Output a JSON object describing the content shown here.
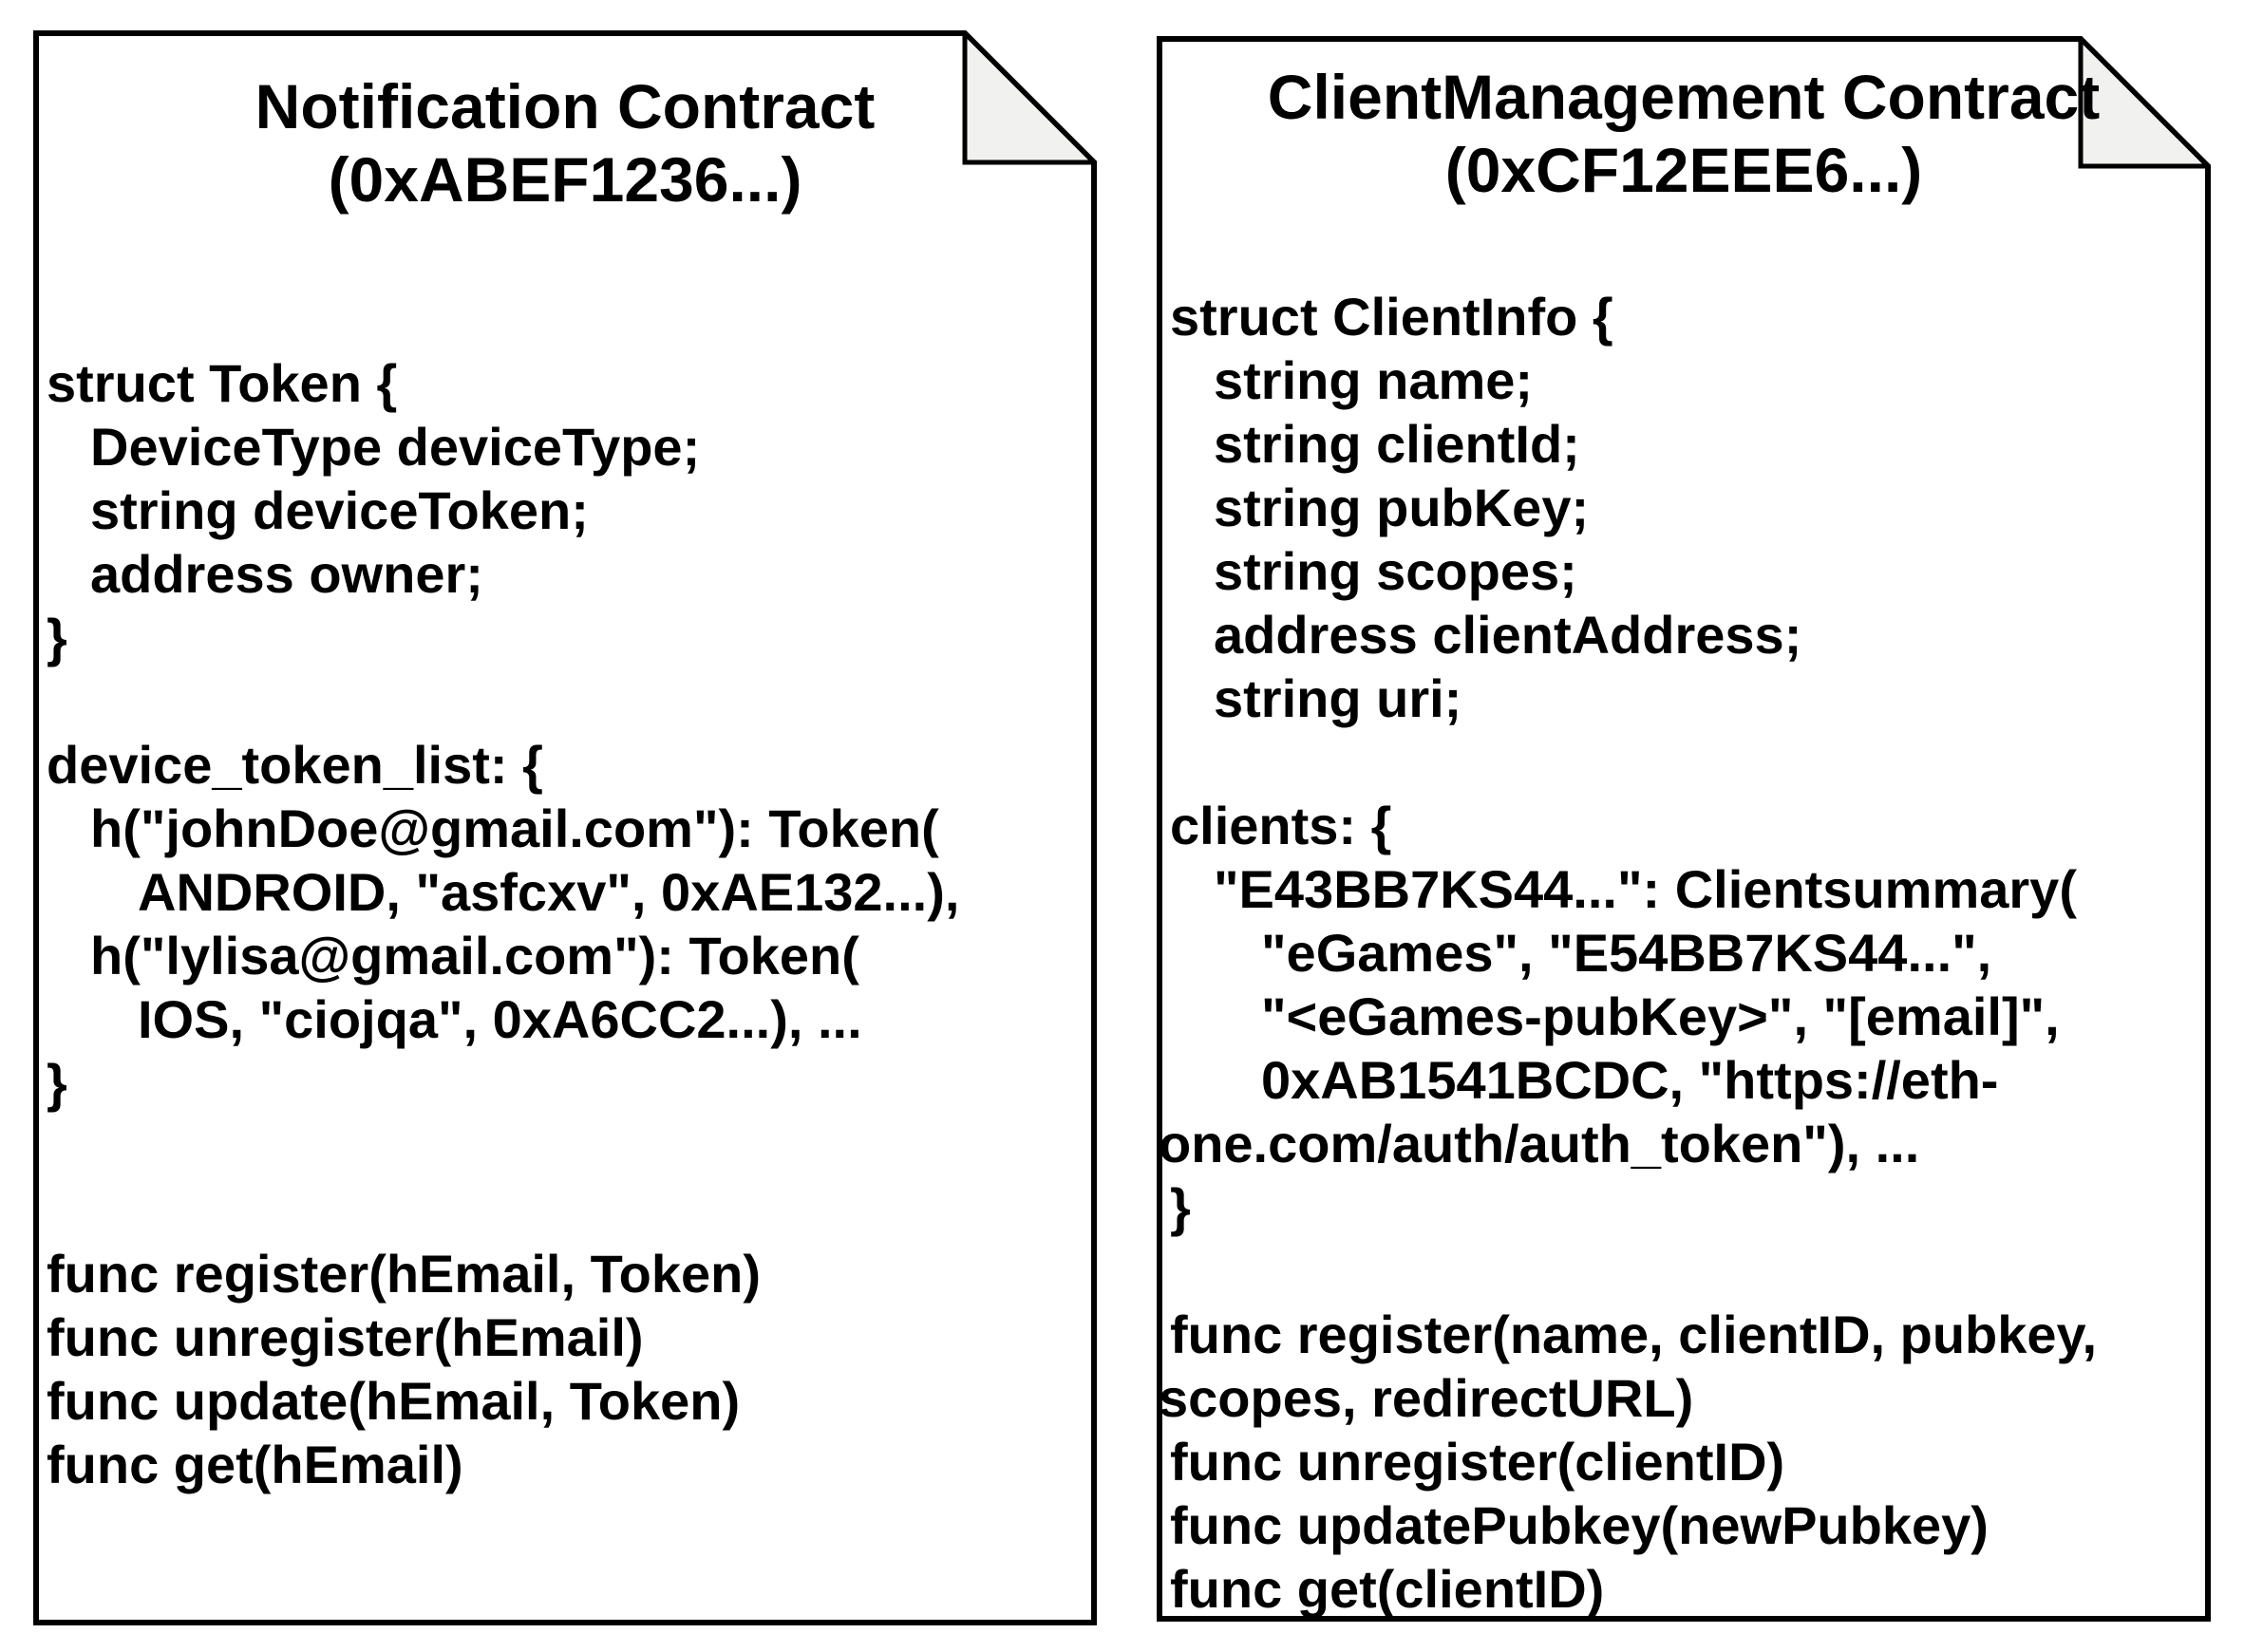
{
  "colors": {
    "paper": "#ffffff",
    "border": "#000000",
    "fold_fill": "#f1f2ef",
    "text": "#000000"
  },
  "documents": [
    {
      "name": "Notification Contract",
      "title_lines": [
        "Notification Contract",
        "(0xABEF1236...)"
      ],
      "lines": [
        {
          "t": "struct Token {",
          "ind": 0
        },
        {
          "t": "DeviceType deviceType;",
          "ind": 1
        },
        {
          "t": "string deviceToken;",
          "ind": 1
        },
        {
          "t": "address owner;",
          "ind": 1
        },
        {
          "t": "}",
          "ind": 0
        },
        {
          "t": "",
          "ind": 0
        },
        {
          "t": "device_token_list: {",
          "ind": 0
        },
        {
          "t": "h(\"johnDoe@gmail.com\"): Token(",
          "ind": 1
        },
        {
          "t": "ANDROID, \"asfcxv\", 0xAE132...),",
          "ind": 2
        },
        {
          "t": "h(\"lylisa@gmail.com\"): Token(",
          "ind": 1
        },
        {
          "t": "IOS, \"ciojqa\", 0xA6CC2...), ...",
          "ind": 2
        },
        {
          "t": "}",
          "ind": 0
        },
        {
          "t": "",
          "ind": 0
        },
        {
          "t": "",
          "ind": 0
        },
        {
          "t": "func register(hEmail, Token)",
          "ind": 0
        },
        {
          "t": "func unregister(hEmail)",
          "ind": 0
        },
        {
          "t": "func update(hEmail, Token)",
          "ind": 0
        },
        {
          "t": "func get(hEmail)",
          "ind": 0
        }
      ]
    },
    {
      "name": "ClientManagement Contract",
      "title_lines": [
        "ClientManagement Contract",
        "(0xCF12EEE6...)"
      ],
      "lines": [
        {
          "t": "struct ClientInfo {",
          "ind": 0
        },
        {
          "t": "string name;",
          "ind": 1
        },
        {
          "t": "string clientId;",
          "ind": 1
        },
        {
          "t": "string pubKey;",
          "ind": 1
        },
        {
          "t": "string scopes;",
          "ind": 1
        },
        {
          "t": "address clientAddress;",
          "ind": 1
        },
        {
          "t": "string uri;",
          "ind": 1
        },
        {
          "t": "",
          "ind": 0
        },
        {
          "t": "clients: {",
          "ind": 0
        },
        {
          "t": "\"E43BB7KS44...\": Clientsummary(",
          "ind": 1
        },
        {
          "t": "\"eGames\", \"E54BB7KS44...\",",
          "ind": 2
        },
        {
          "t": "\"<eGames-pubKey>\", \"[email]\",",
          "ind": 2
        },
        {
          "t": "0xAB1541BCDC, \"https://eth-",
          "ind": 2
        },
        {
          "t": "one.com/auth/auth_token\"), ...",
          "ind": "f"
        },
        {
          "t": "}",
          "ind": 0
        },
        {
          "t": "",
          "ind": 0
        },
        {
          "t": "func register(name, clientID, pubkey,",
          "ind": 0
        },
        {
          "t": "scopes, redirectURL)",
          "ind": "f"
        },
        {
          "t": "func unregister(clientID)",
          "ind": 0
        },
        {
          "t": "func updatePubkey(newPubkey)",
          "ind": 0
        },
        {
          "t": "func get(clientID)",
          "ind": 0
        }
      ]
    }
  ]
}
